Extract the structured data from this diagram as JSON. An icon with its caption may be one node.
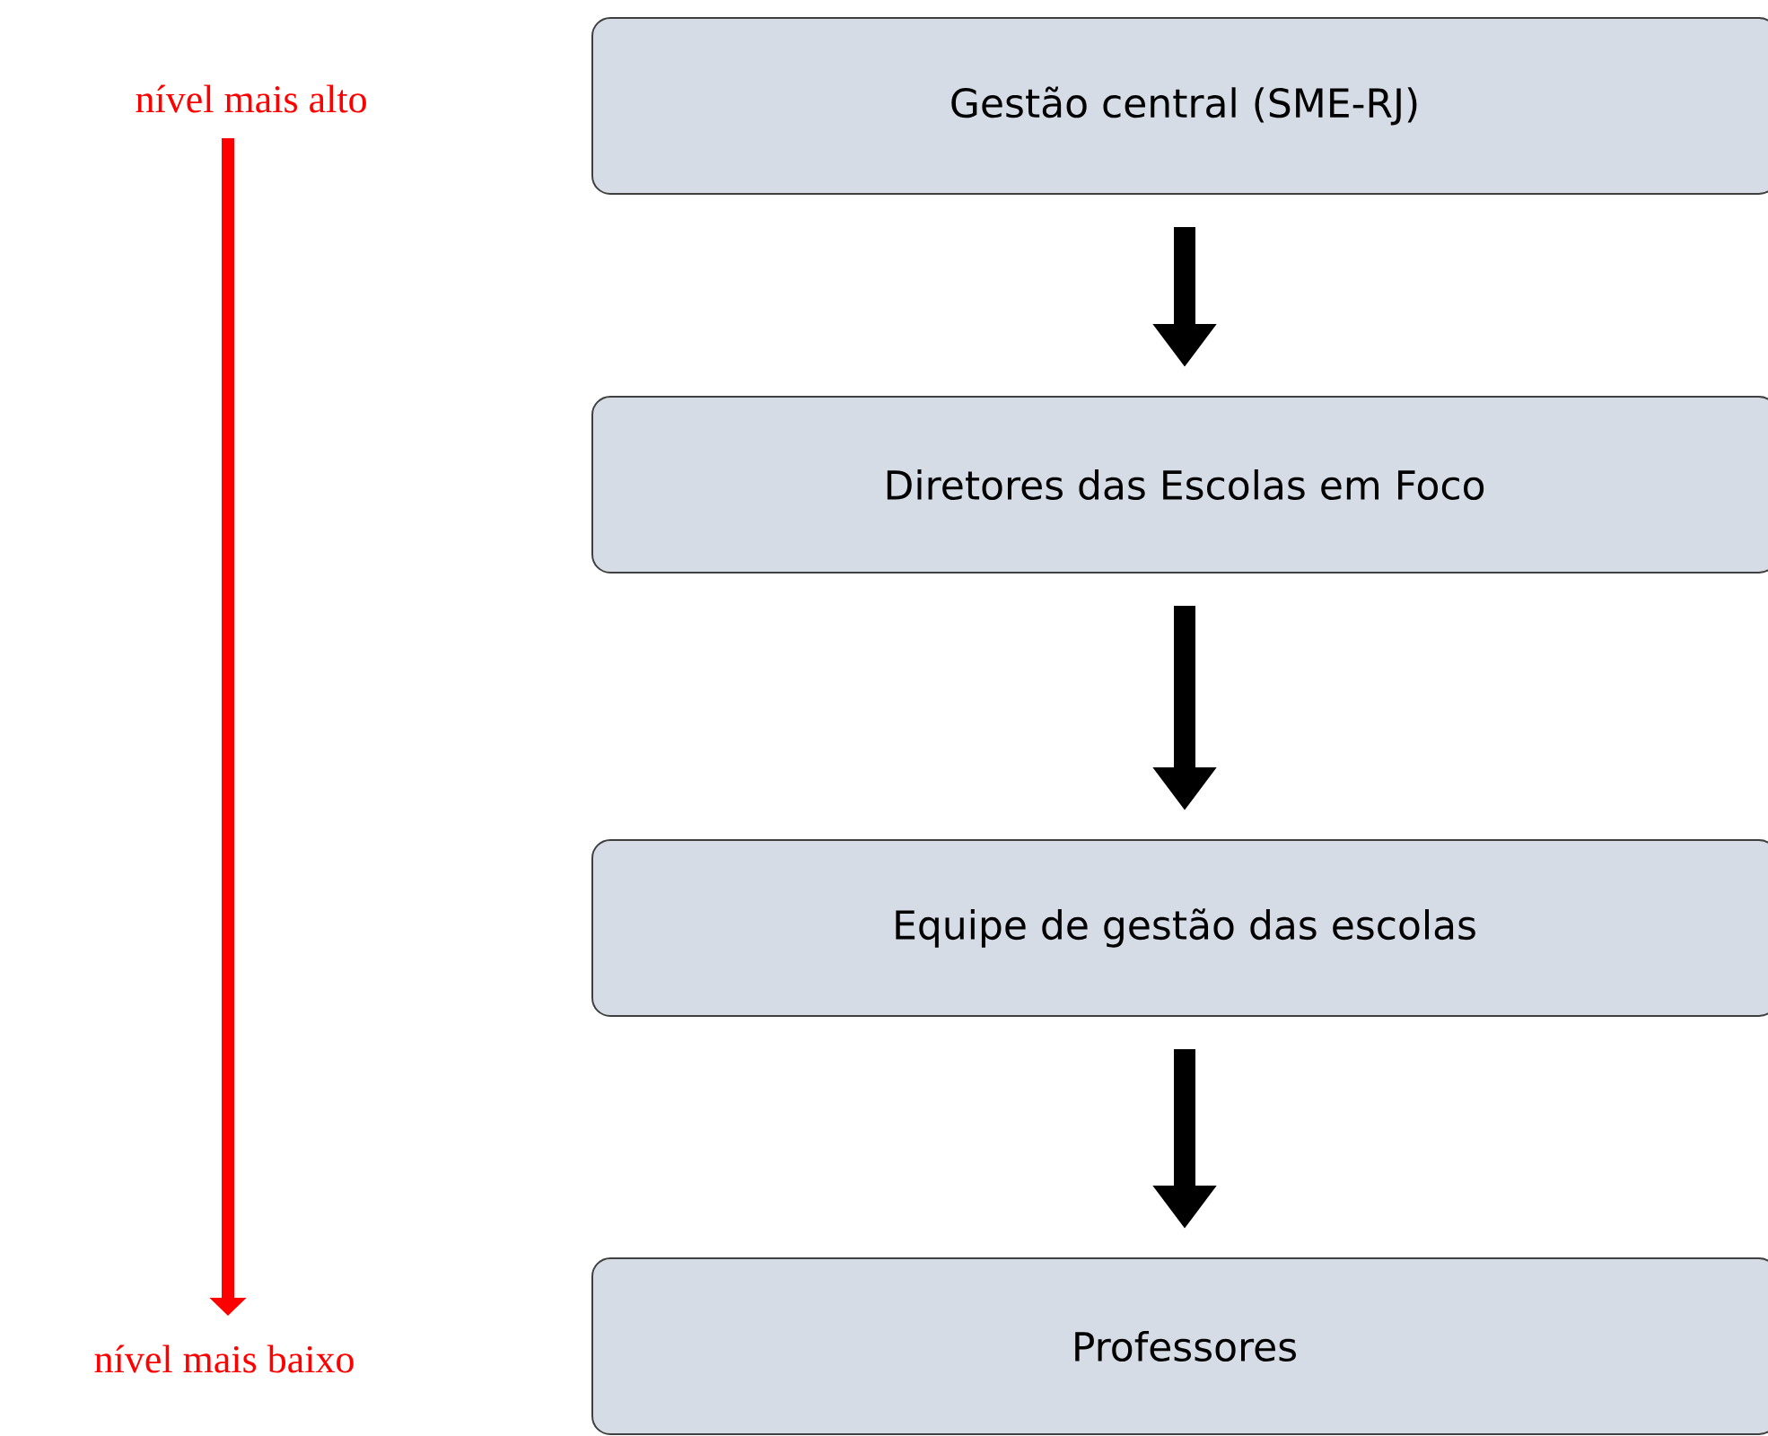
{
  "diagram": {
    "nodes": [
      {
        "text": [
          "Gestão central (SME-RJ)"
        ]
      },
      {
        "text": [
          "Diretores das Escolas em Foco"
        ]
      },
      {
        "text": [
          "Equipe de gestão das escolas"
        ]
      },
      {
        "text": [
          "Professores"
        ]
      },
      {
        "text": [
          "nível mais alto"
        ]
      },
      {
        "text": [
          "nível mais baixo"
        ]
      }
    ],
    "edges": [
      {
        "from": 0,
        "to": 1,
        "arrow": "to"
      },
      {
        "from": 1,
        "to": 2,
        "arrow": "to"
      },
      {
        "from": 2,
        "to": 3,
        "arrow": "to"
      },
      {
        "from": 4,
        "to": 5,
        "arrow": "to",
        "color": "#ff0000"
      }
    ]
  }
}
